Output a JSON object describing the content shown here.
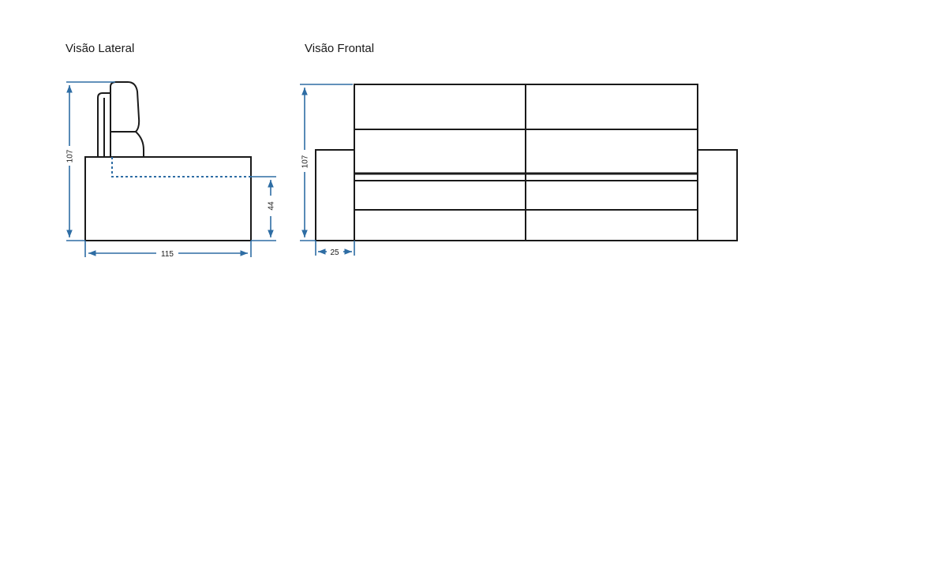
{
  "side_view": {
    "title": "Visão Lateral",
    "dim_height": "107",
    "dim_seat_height": "44",
    "dim_depth": "115"
  },
  "front_view": {
    "title": "Visão  Frontal",
    "dim_height": "107",
    "dim_arm_width": "25"
  },
  "colors": {
    "outline": "#1a1a1a",
    "dimension": "#2e6da4"
  }
}
